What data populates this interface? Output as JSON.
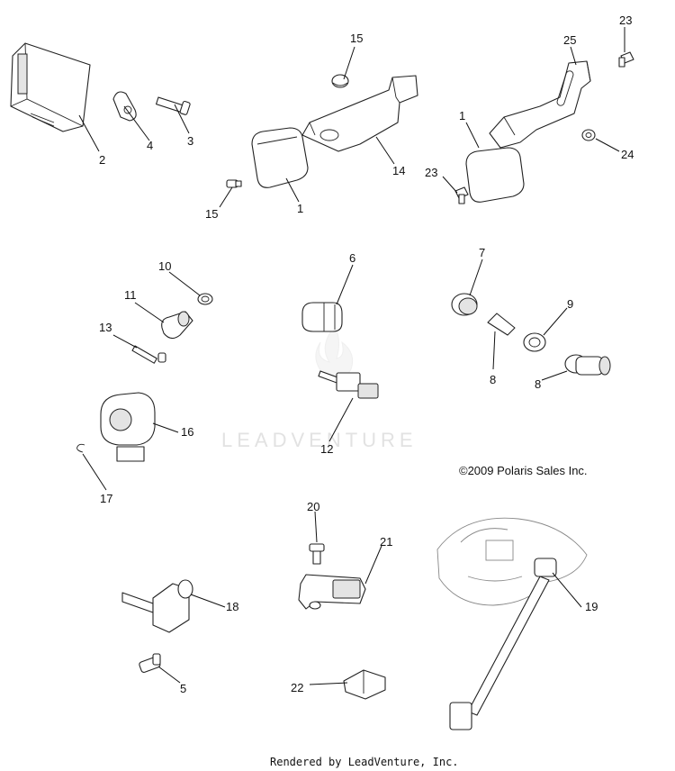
{
  "watermark": {
    "brand": "LEADVENTURE"
  },
  "copyright": "©2009 Polaris Sales Inc.",
  "footer": "Rendered by LeadVenture, Inc.",
  "callouts": {
    "c2": "2",
    "c4": "4",
    "c3": "3",
    "c15a": "15",
    "c14": "14",
    "c15b": "15",
    "c1a": "1",
    "c23a": "23",
    "c25": "25",
    "c1b": "1",
    "c24": "24",
    "c23b": "23",
    "c10": "10",
    "c11": "11",
    "c13": "13",
    "c6": "6",
    "c7": "7",
    "c9": "9",
    "c8a": "8",
    "c8b": "8",
    "c16": "16",
    "c12": "12",
    "c17": "17",
    "c20": "20",
    "c21": "21",
    "c18": "18",
    "c19": "19",
    "c5": "5",
    "c22": "22"
  }
}
